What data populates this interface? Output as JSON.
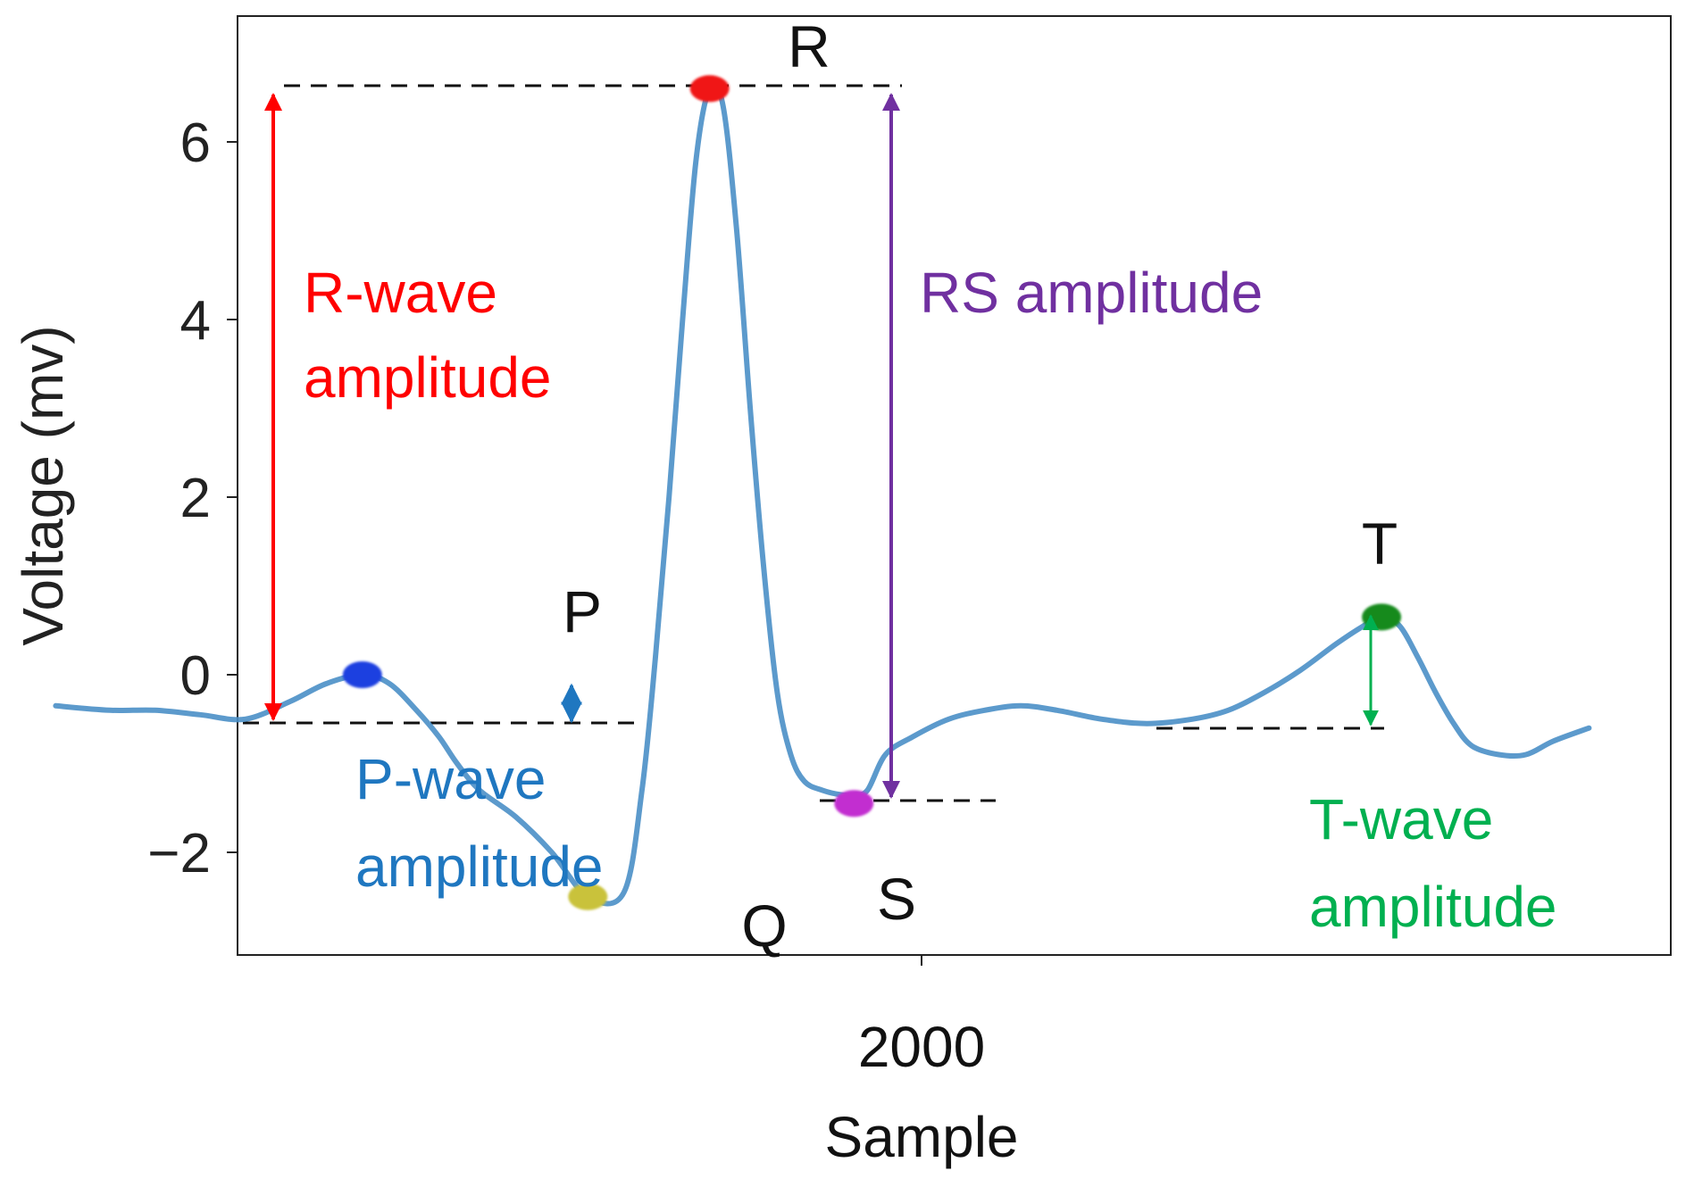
{
  "chart_data": {
    "type": "line",
    "xlabel": "Sample",
    "ylabel": "Voltage (mv)",
    "ylim": [
      -3.1,
      7.3
    ],
    "xlim": [
      1800,
      2180
    ],
    "yticks": [
      -2,
      0,
      2,
      4,
      6
    ],
    "ytick_labels": [
      "−2",
      "0",
      "2",
      "4",
      "6"
    ],
    "xticks": [
      2000
    ],
    "xtick_labels": [
      "2000"
    ],
    "grid": false,
    "series": [
      {
        "color": "#4a8fc6",
        "x": [
          1808,
          1820,
          1830,
          1840,
          1850,
          1860,
          1868,
          1876,
          1882,
          1888,
          1893,
          1897,
          1902,
          1910,
          1918,
          1926,
          1934,
          1938,
          1941,
          1944,
          1947,
          1950,
          1953,
          1956,
          1959,
          1962,
          1965,
          1968,
          1971,
          1974,
          1978,
          1982,
          1985,
          1988,
          1992,
          1998,
          2006,
          2014,
          2022,
          2030,
          2040,
          2050,
          2060,
          2068,
          2076,
          2084,
          2092,
          2098,
          2102,
          2106,
          2110,
          2114,
          2118,
          2122,
          2128,
          2134,
          2140,
          2148
        ],
        "y": [
          -0.35,
          -0.4,
          -0.4,
          -0.45,
          -0.5,
          -0.3,
          -0.1,
          0.0,
          -0.1,
          -0.4,
          -0.7,
          -1.0,
          -1.3,
          -1.6,
          -2.0,
          -2.5,
          -2.45,
          -1.3,
          0.2,
          2.0,
          4.0,
          5.8,
          6.6,
          6.4,
          5.0,
          3.0,
          1.2,
          -0.2,
          -0.9,
          -1.2,
          -1.3,
          -1.35,
          -1.35,
          -1.3,
          -0.9,
          -0.7,
          -0.5,
          -0.4,
          -0.35,
          -0.4,
          -0.5,
          -0.55,
          -0.5,
          -0.4,
          -0.2,
          0.05,
          0.35,
          0.55,
          0.65,
          0.55,
          0.2,
          -0.2,
          -0.55,
          -0.8,
          -0.9,
          -0.9,
          -0.75,
          -0.6
        ]
      }
    ],
    "points": [
      {
        "label": "P",
        "x": 1876,
        "y": 0.0,
        "color": "#1f3fe0"
      },
      {
        "label": "Q",
        "x": 1926,
        "y": -2.5,
        "color": "#c9c23a"
      },
      {
        "label": "R",
        "x": 1953,
        "y": 6.6,
        "color": "#f01818"
      },
      {
        "label": "S",
        "x": 1985,
        "y": -1.45,
        "color": "#c22fd0"
      },
      {
        "label": "T",
        "x": 2102,
        "y": 0.65,
        "color": "#148a1e"
      }
    ],
    "annotations": [
      {
        "text": "R-wave amplitude",
        "lines": [
          "R-wave",
          "amplitude"
        ],
        "color": "#ff0000"
      },
      {
        "text": "RS amplitude",
        "lines": [
          "RS amplitude"
        ],
        "color": "#7030a0"
      },
      {
        "text": "P-wave amplitude",
        "lines": [
          "P-wave",
          "amplitude"
        ],
        "color": "#1f77c0"
      },
      {
        "text": "T-wave amplitude",
        "lines": [
          "T-wave",
          "amplitude"
        ],
        "color": "#00b050"
      }
    ]
  }
}
